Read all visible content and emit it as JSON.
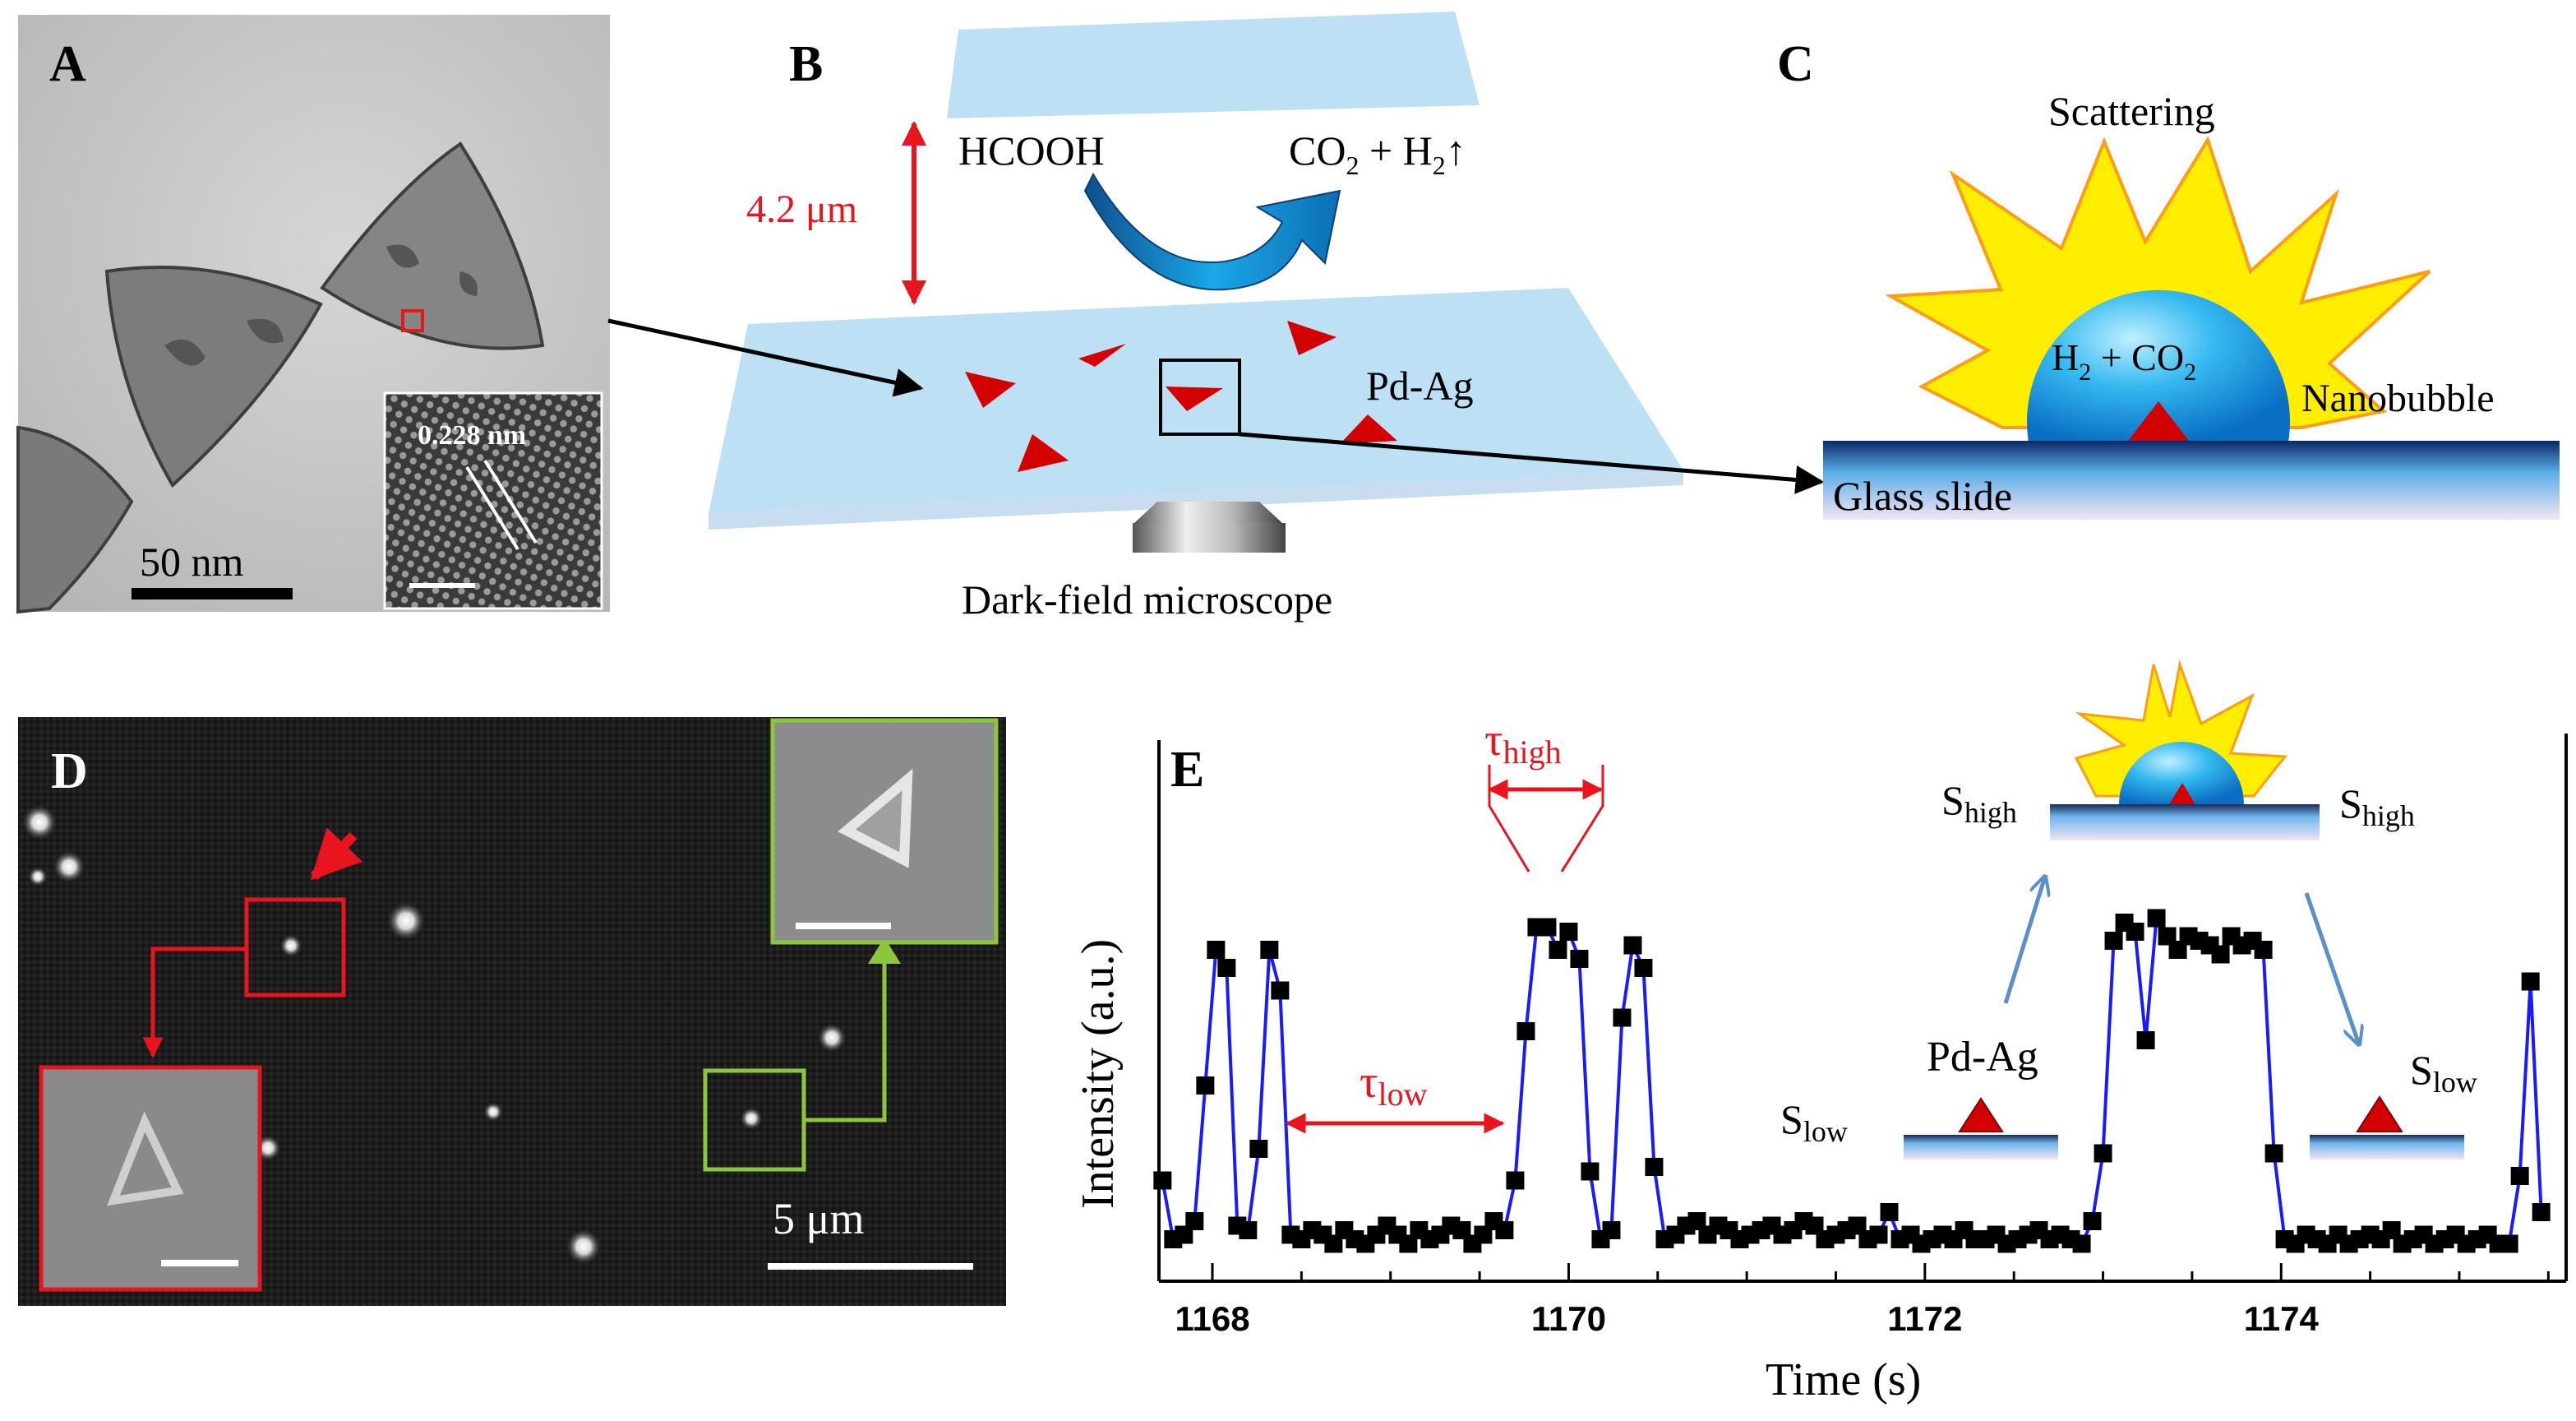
{
  "figure": {
    "panels": {
      "A": {
        "label": "A",
        "scale_bar_text": "50 nm",
        "inset_lattice_text": "0.228 nm"
      },
      "B": {
        "label": "B",
        "gap_label": "4.2 μm",
        "reactant": "HCOOH",
        "product_parts": [
          "CO",
          "2",
          " + H",
          "2",
          "↑"
        ],
        "particle_label": "Pd-Ag",
        "microscope_label": "Dark-field microscope"
      },
      "C": {
        "label": "C",
        "scattering": "Scattering",
        "bubble_content_parts": [
          "H",
          "2",
          " + CO",
          "2"
        ],
        "nanobubble": "Nanobubble",
        "glass": "Glass slide"
      },
      "D": {
        "label": "D",
        "scale_bar_text": "5 μm"
      },
      "E": {
        "label": "E",
        "tau_high_base": "τ",
        "tau_high_sub": "high",
        "tau_low_base": "τ",
        "tau_low_sub": "low",
        "s_high_base": "S",
        "s_high_sub": "high",
        "s_low_base": "S",
        "s_low_sub": "low",
        "pd_ag": "Pd-Ag"
      }
    },
    "colors": {
      "red_annotation": "#e8141e",
      "green_annotation": "#8cc63f",
      "line_blue": "#1a1aff",
      "bubble_blue": "#1aa7e8",
      "sun_yellow": "#ffee00",
      "triangle_red": "#d40000"
    }
  },
  "chart_data": {
    "type": "line",
    "title": "",
    "xlabel": "Time (s)",
    "ylabel": "Intensity (a.u.)",
    "xlim": [
      1167.7,
      1175.6
    ],
    "ylim": [
      0,
      1
    ],
    "xticks": [
      1168,
      1170,
      1172,
      1174
    ],
    "xtick_labels": [
      "1168",
      "1170",
      "1172",
      "1174"
    ],
    "legend": "none",
    "grid": false,
    "series": [
      {
        "marker": "square",
        "x": [
          1167.72,
          1167.78,
          1167.84,
          1167.9,
          1167.96,
          1168.02,
          1168.08,
          1168.14,
          1168.2,
          1168.26,
          1168.32,
          1168.38,
          1168.44,
          1168.5,
          1168.56,
          1168.62,
          1168.68,
          1168.74,
          1168.8,
          1168.86,
          1168.92,
          1168.98,
          1169.04,
          1169.1,
          1169.16,
          1169.22,
          1169.28,
          1169.34,
          1169.4,
          1169.46,
          1169.52,
          1169.58,
          1169.64,
          1169.7,
          1169.76,
          1169.82,
          1169.88,
          1169.94,
          1170.0,
          1170.06,
          1170.12,
          1170.18,
          1170.24,
          1170.3,
          1170.36,
          1170.42,
          1170.48,
          1170.54,
          1170.6,
          1170.66,
          1170.72,
          1170.78,
          1170.84,
          1170.9,
          1170.96,
          1171.02,
          1171.08,
          1171.14,
          1171.2,
          1171.26,
          1171.32,
          1171.38,
          1171.44,
          1171.5,
          1171.56,
          1171.62,
          1171.68,
          1171.74,
          1171.8,
          1171.86,
          1171.92,
          1171.98,
          1172.04,
          1172.1,
          1172.16,
          1172.22,
          1172.28,
          1172.34,
          1172.4,
          1172.46,
          1172.52,
          1172.58,
          1172.64,
          1172.7,
          1172.76,
          1172.82,
          1172.88,
          1172.94,
          1173.0,
          1173.06,
          1173.12,
          1173.18,
          1173.24,
          1173.3,
          1173.36,
          1173.42,
          1173.48,
          1173.54,
          1173.6,
          1173.66,
          1173.72,
          1173.78,
          1173.84,
          1173.9,
          1173.96,
          1174.02,
          1174.08,
          1174.14,
          1174.2,
          1174.26,
          1174.32,
          1174.38,
          1174.44,
          1174.5,
          1174.56,
          1174.62,
          1174.68,
          1174.74,
          1174.8,
          1174.86,
          1174.92,
          1174.98,
          1175.04,
          1175.1,
          1175.16,
          1175.22,
          1175.28,
          1175.34,
          1175.4,
          1175.46
        ],
        "y": [
          0.19,
          0.06,
          0.07,
          0.1,
          0.4,
          0.7,
          0.66,
          0.09,
          0.08,
          0.26,
          0.7,
          0.61,
          0.07,
          0.06,
          0.08,
          0.07,
          0.05,
          0.08,
          0.06,
          0.05,
          0.07,
          0.09,
          0.07,
          0.05,
          0.08,
          0.06,
          0.07,
          0.09,
          0.08,
          0.05,
          0.07,
          0.1,
          0.08,
          0.19,
          0.52,
          0.75,
          0.75,
          0.7,
          0.74,
          0.68,
          0.21,
          0.06,
          0.08,
          0.55,
          0.71,
          0.66,
          0.22,
          0.06,
          0.07,
          0.09,
          0.1,
          0.07,
          0.09,
          0.08,
          0.06,
          0.07,
          0.08,
          0.09,
          0.07,
          0.08,
          0.1,
          0.09,
          0.06,
          0.07,
          0.08,
          0.09,
          0.06,
          0.07,
          0.12,
          0.06,
          0.07,
          0.05,
          0.06,
          0.07,
          0.06,
          0.08,
          0.06,
          0.06,
          0.07,
          0.05,
          0.06,
          0.07,
          0.08,
          0.06,
          0.07,
          0.06,
          0.05,
          0.1,
          0.25,
          0.72,
          0.76,
          0.74,
          0.5,
          0.77,
          0.73,
          0.7,
          0.73,
          0.72,
          0.71,
          0.69,
          0.73,
          0.71,
          0.72,
          0.7,
          0.25,
          0.06,
          0.05,
          0.07,
          0.06,
          0.05,
          0.07,
          0.05,
          0.06,
          0.07,
          0.06,
          0.08,
          0.05,
          0.06,
          0.07,
          0.05,
          0.06,
          0.07,
          0.05,
          0.06,
          0.07,
          0.05,
          0.05,
          0.2,
          0.63,
          0.12
        ]
      }
    ]
  }
}
